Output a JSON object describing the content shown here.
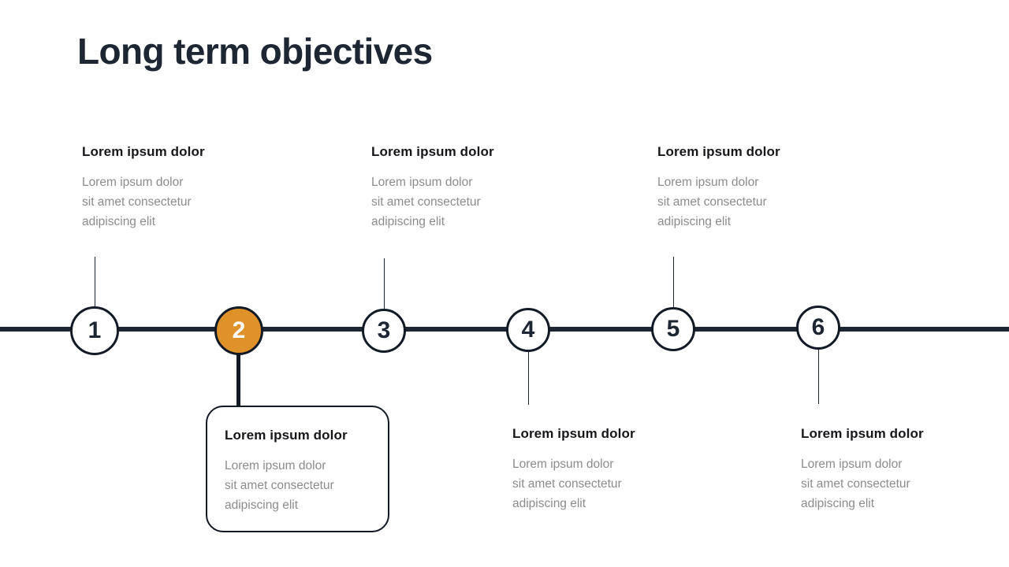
{
  "slide": {
    "title": "Long term objectives",
    "colors": {
      "dark": "#1e2633",
      "accent_orange": "#df9229",
      "body_gray": "#8c8c8c",
      "background": "#ffffff"
    }
  },
  "timeline": {
    "nodes": [
      {
        "number": "1",
        "highlighted": false,
        "text_position": "above"
      },
      {
        "number": "2",
        "highlighted": true,
        "text_position": "below"
      },
      {
        "number": "3",
        "highlighted": false,
        "text_position": "above"
      },
      {
        "number": "4",
        "highlighted": false,
        "text_position": "below"
      },
      {
        "number": "5",
        "highlighted": false,
        "text_position": "above"
      },
      {
        "number": "6",
        "highlighted": false,
        "text_position": "below"
      }
    ]
  },
  "blocks": [
    {
      "heading": "Lorem ipsum dolor",
      "line1": "Lorem ipsum dolor",
      "line2": "sit amet consectetur",
      "line3": "adipiscing elit"
    },
    {
      "heading": "Lorem ipsum dolor",
      "line1": "Lorem ipsum dolor",
      "line2": "sit amet consectetur",
      "line3": "adipiscing elit"
    },
    {
      "heading": "Lorem ipsum dolor",
      "line1": "Lorem ipsum dolor",
      "line2": "sit amet consectetur",
      "line3": "adipiscing elit"
    },
    {
      "heading": "Lorem ipsum dolor",
      "line1": "Lorem ipsum dolor",
      "line2": "sit amet consectetur",
      "line3": "adipiscing elit"
    },
    {
      "heading": "Lorem ipsum dolor",
      "line1": "Lorem ipsum dolor",
      "line2": "sit amet consectetur",
      "line3": "adipiscing elit"
    },
    {
      "heading": "Lorem ipsum dolor",
      "line1": "Lorem ipsum dolor",
      "line2": "sit amet consectetur",
      "line3": "adipiscing elit"
    }
  ]
}
